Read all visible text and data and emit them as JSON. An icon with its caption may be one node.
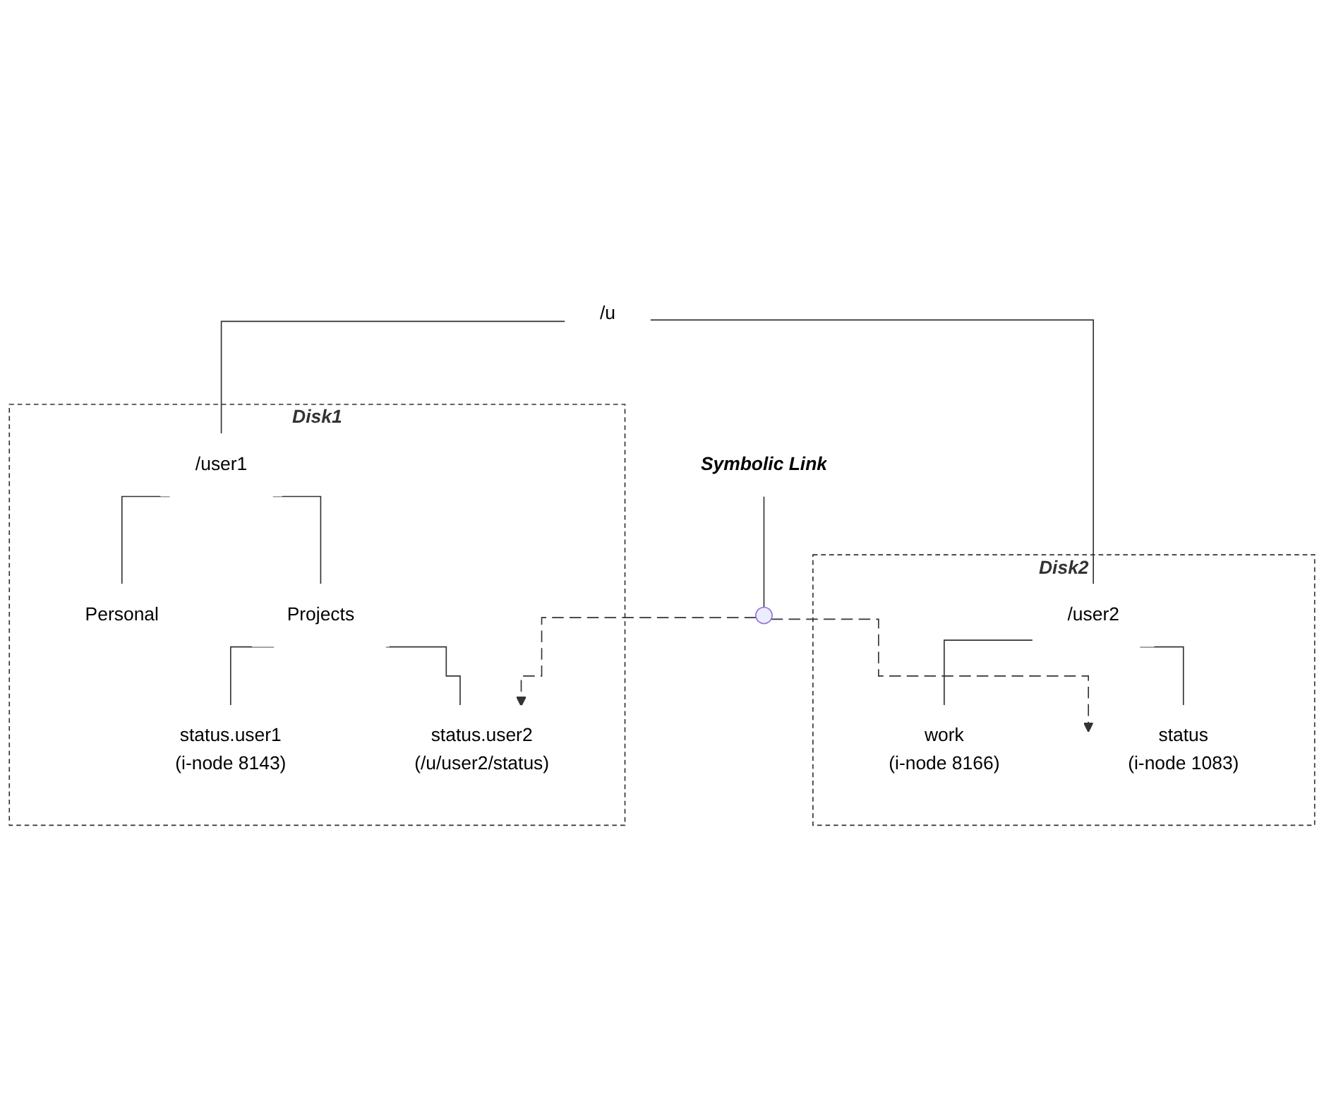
{
  "diagram": {
    "nodes": [
      {
        "text": [
          "/u"
        ]
      },
      {
        "text": [
          "Disk1"
        ]
      },
      {
        "text": [
          "/user1"
        ],
        "in": 1
      },
      {
        "text": [
          "Personal"
        ],
        "in": 1
      },
      {
        "text": [
          "Projects"
        ],
        "in": 1
      },
      {
        "text": [
          "status.user1",
          "(i-node 8143)"
        ],
        "in": 1
      },
      {
        "text": [
          "status.user2",
          "(/u/user2/status)"
        ],
        "in": 1
      },
      {
        "text": [
          "Disk2"
        ]
      },
      {
        "text": [
          "/user2"
        ],
        "in": 7
      },
      {
        "text": [
          "work",
          "(i-node 8166)"
        ],
        "in": 7
      },
      {
        "text": [
          "status",
          "(i-node 1083)"
        ],
        "in": 7
      },
      {
        "text": [],
        "shape": "circle"
      },
      {
        "text": [
          "Symbolic Link"
        ]
      }
    ],
    "edges": [
      {
        "from": 0,
        "to": 2,
        "arrow": "none"
      },
      {
        "from": 0,
        "to": 8,
        "arrow": "none"
      },
      {
        "from": 2,
        "to": 3,
        "arrow": "none"
      },
      {
        "from": 2,
        "to": 4,
        "arrow": "none"
      },
      {
        "from": 4,
        "to": 5,
        "arrow": "none"
      },
      {
        "from": 4,
        "to": 6,
        "arrow": "none"
      },
      {
        "from": 8,
        "to": 9,
        "arrow": "none"
      },
      {
        "from": 8,
        "to": 10,
        "arrow": "none"
      },
      {
        "from": 11,
        "to": 6,
        "arrow": "to",
        "style": "dashed"
      },
      {
        "from": 11,
        "to": 10,
        "arrow": "to",
        "style": "dashed"
      },
      {
        "from": 12,
        "to": 11,
        "arrow": "none"
      }
    ]
  }
}
